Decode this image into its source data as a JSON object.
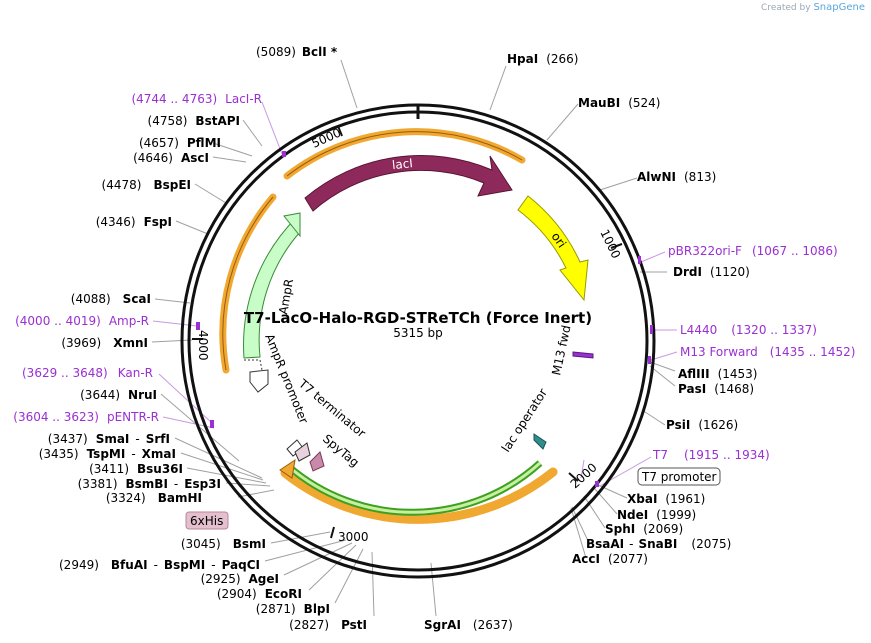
{
  "credit": {
    "prefix": "Created by",
    "brand": "SnapGene"
  },
  "plasmid": {
    "name": "T7-LacO-Halo-RGD-STReTCh (Force Inert)",
    "size": "5315 bp"
  },
  "ticks": [
    "1000",
    "2000",
    "3000",
    "4000",
    "5000"
  ],
  "features": {
    "lacI": "lacI",
    "ori": "ori",
    "AmpR": "AmpR",
    "AmpR_promoter": "AmpR promoter",
    "T7_terminator": "T7 terminator",
    "SpyTag": "SpyTag",
    "lac_operator": "lac operator",
    "M13_fwd": "M13 fwd",
    "T7_promoter": "T7 promoter",
    "sixHis": "6xHis"
  },
  "sites": [
    {
      "pos": "(5089)",
      "name": "BclI *"
    },
    {
      "name": "HpaI",
      "pos": "(266)"
    },
    {
      "name": "MauBI",
      "pos": "(524)"
    },
    {
      "name": "AlwNI",
      "pos": "(813)"
    },
    {
      "name": "DrdI",
      "pos": "(1120)"
    },
    {
      "name": "AflIII",
      "pos": "(1453)"
    },
    {
      "name": "PasI",
      "pos": "(1468)"
    },
    {
      "name": "PsiI",
      "pos": "(1626)"
    },
    {
      "name": "XbaI",
      "pos": "(1961)"
    },
    {
      "name": "NdeI",
      "pos": "(1999)"
    },
    {
      "name": "SphI",
      "pos": "(2069)"
    },
    {
      "name": "BsaAI",
      "sep": "-",
      "name2": "SnaBI",
      "pos": "(2075)"
    },
    {
      "name": "AccI",
      "pos": "(2077)"
    },
    {
      "name": "SgrAI",
      "pos": "(2637)"
    },
    {
      "pos": "(2827)",
      "name": "PstI"
    },
    {
      "pos": "(2871)",
      "name": "BlpI"
    },
    {
      "pos": "(2904)",
      "name": "EcoRI"
    },
    {
      "pos": "(2925)",
      "name": "AgeI"
    },
    {
      "pos": "(2949)",
      "name": "BfuAI",
      "sep": "-",
      "name2": "BspMI",
      "sep2": "-",
      "name3": "PaqCI"
    },
    {
      "pos": "(3045)",
      "name": "BsmI"
    },
    {
      "pos": "(3324)",
      "name": "BamHI"
    },
    {
      "pos": "(3381)",
      "name": "BsmBI",
      "sep": "-",
      "name2": "Esp3I"
    },
    {
      "pos": "(3411)",
      "name": "Bsu36I"
    },
    {
      "pos": "(3435)",
      "name": "TspMI",
      "sep": "-",
      "name2": "XmaI"
    },
    {
      "pos": "(3437)",
      "name": "SmaI",
      "sep": "-",
      "name2": "SrfI"
    },
    {
      "pos": "(3644)",
      "name": "NruI"
    },
    {
      "pos": "(3969)",
      "name": "XmnI"
    },
    {
      "pos": "(4088)",
      "name": "ScaI"
    },
    {
      "pos": "(4346)",
      "name": "FspI"
    },
    {
      "pos": "(4478)",
      "name": "BspEI"
    },
    {
      "pos": "(4646)",
      "name": "AscI"
    },
    {
      "pos": "(4657)",
      "name": "PflMI"
    },
    {
      "pos": "(4758)",
      "name": "BstAPI"
    }
  ],
  "primers": [
    {
      "name": "pBR322ori-F",
      "range": "(1067 .. 1086)"
    },
    {
      "name": "L4440",
      "range": "(1320 .. 1337)"
    },
    {
      "name": "M13 Forward",
      "range": "(1435 .. 1452)"
    },
    {
      "name": "T7",
      "range": "(1915 .. 1934)"
    },
    {
      "range": "(4744 .. 4763)",
      "name": "LacI-R"
    },
    {
      "range": "(4000 .. 4019)",
      "name": "Amp-R"
    },
    {
      "range": "(3629 .. 3648)",
      "name": "Kan-R"
    },
    {
      "range": "(3604 .. 3623)",
      "name": "pENTR-R"
    }
  ],
  "colors": {
    "backbone": "#111111",
    "lacI": "#8e2a5b",
    "ori": "#ffff00",
    "AmpR": "#c8fdc8",
    "cds_orange": "#f0a830",
    "green_orf": "#3ea021",
    "primer": "#9a2fd2",
    "lacop": "#2f8d8d",
    "spytag": "#c88aa8",
    "sixHis": "#e4bfce"
  }
}
